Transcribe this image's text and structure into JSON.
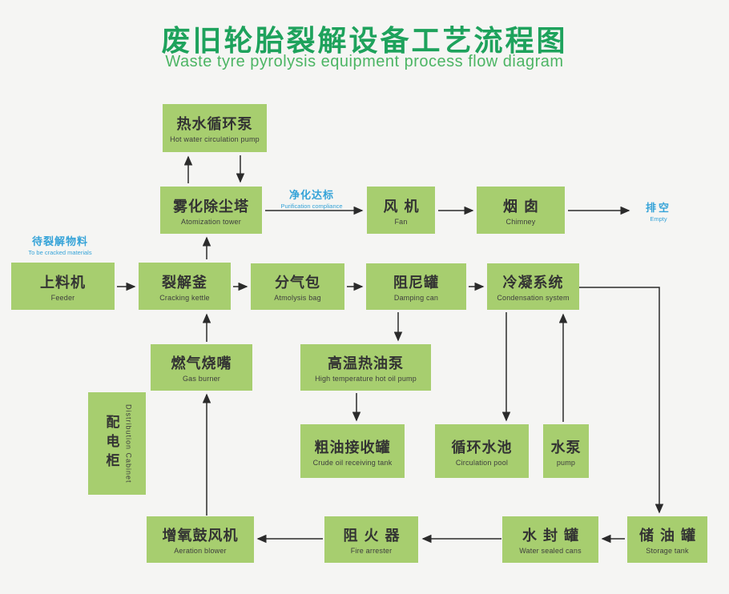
{
  "title": {
    "zh": "废旧轮胎裂解设备工艺流程图",
    "en": "Waste tyre pyrolysis equipment process flow diagram"
  },
  "colors": {
    "title_green": "#1ea25c",
    "subtitle_green": "#4cb564",
    "box_fill": "#a7ce6f",
    "accent_blue": "#35a3d8",
    "arrow": "#2b2b2b",
    "background": "#f5f5f3",
    "box_text": "#333333"
  },
  "nodes": {
    "hot_water_pump": {
      "zh": "热水循环泵",
      "en": "Hot water circulation pump"
    },
    "atomization_tower": {
      "zh": "雾化除尘塔",
      "en": "Atomization tower"
    },
    "fan": {
      "zh": "风机",
      "en": "Fan"
    },
    "chimney": {
      "zh": "烟囱",
      "en": "Chimney"
    },
    "feeder": {
      "zh": "上料机",
      "en": "Feeder"
    },
    "cracking_kettle": {
      "zh": "裂解釜",
      "en": "Cracking kettle"
    },
    "atmolysis_bag": {
      "zh": "分气包",
      "en": "Atmolysis bag"
    },
    "damping_can": {
      "zh": "阻尼罐",
      "en": "Damping can"
    },
    "condensation_system": {
      "zh": "冷凝系统",
      "en": "Condensation system"
    },
    "gas_burner": {
      "zh": "燃气烧嘴",
      "en": "Gas burner"
    },
    "high_temp_oil_pump": {
      "zh": "高温热油泵",
      "en": "High temperature hot oil pump"
    },
    "crude_oil_tank": {
      "zh": "粗油接收罐",
      "en": "Crude oil receiving tank"
    },
    "circulation_pool": {
      "zh": "循环水池",
      "en": "Circulation pool"
    },
    "pump": {
      "zh": "水泵",
      "en": "pump"
    },
    "distribution_cabinet": {
      "zh": "配电柜",
      "en": "Distribution Cabinet"
    },
    "aeration_blower": {
      "zh": "增氧鼓风机",
      "en": "Aeration blower"
    },
    "fire_arrester": {
      "zh": "阻火器",
      "en": "Fire arrester"
    },
    "water_sealed_cans": {
      "zh": "水封罐",
      "en": "Water sealed cans"
    },
    "storage_tank": {
      "zh": "储油罐",
      "en": "Storage tank"
    }
  },
  "labels": {
    "to_be_cracked": {
      "zh": "待裂解物料",
      "en": "To be cracked materials"
    },
    "purification": {
      "zh": "净化达标",
      "en": "Purification compliance"
    },
    "empty": {
      "zh": "排空",
      "en": "Empty"
    }
  }
}
